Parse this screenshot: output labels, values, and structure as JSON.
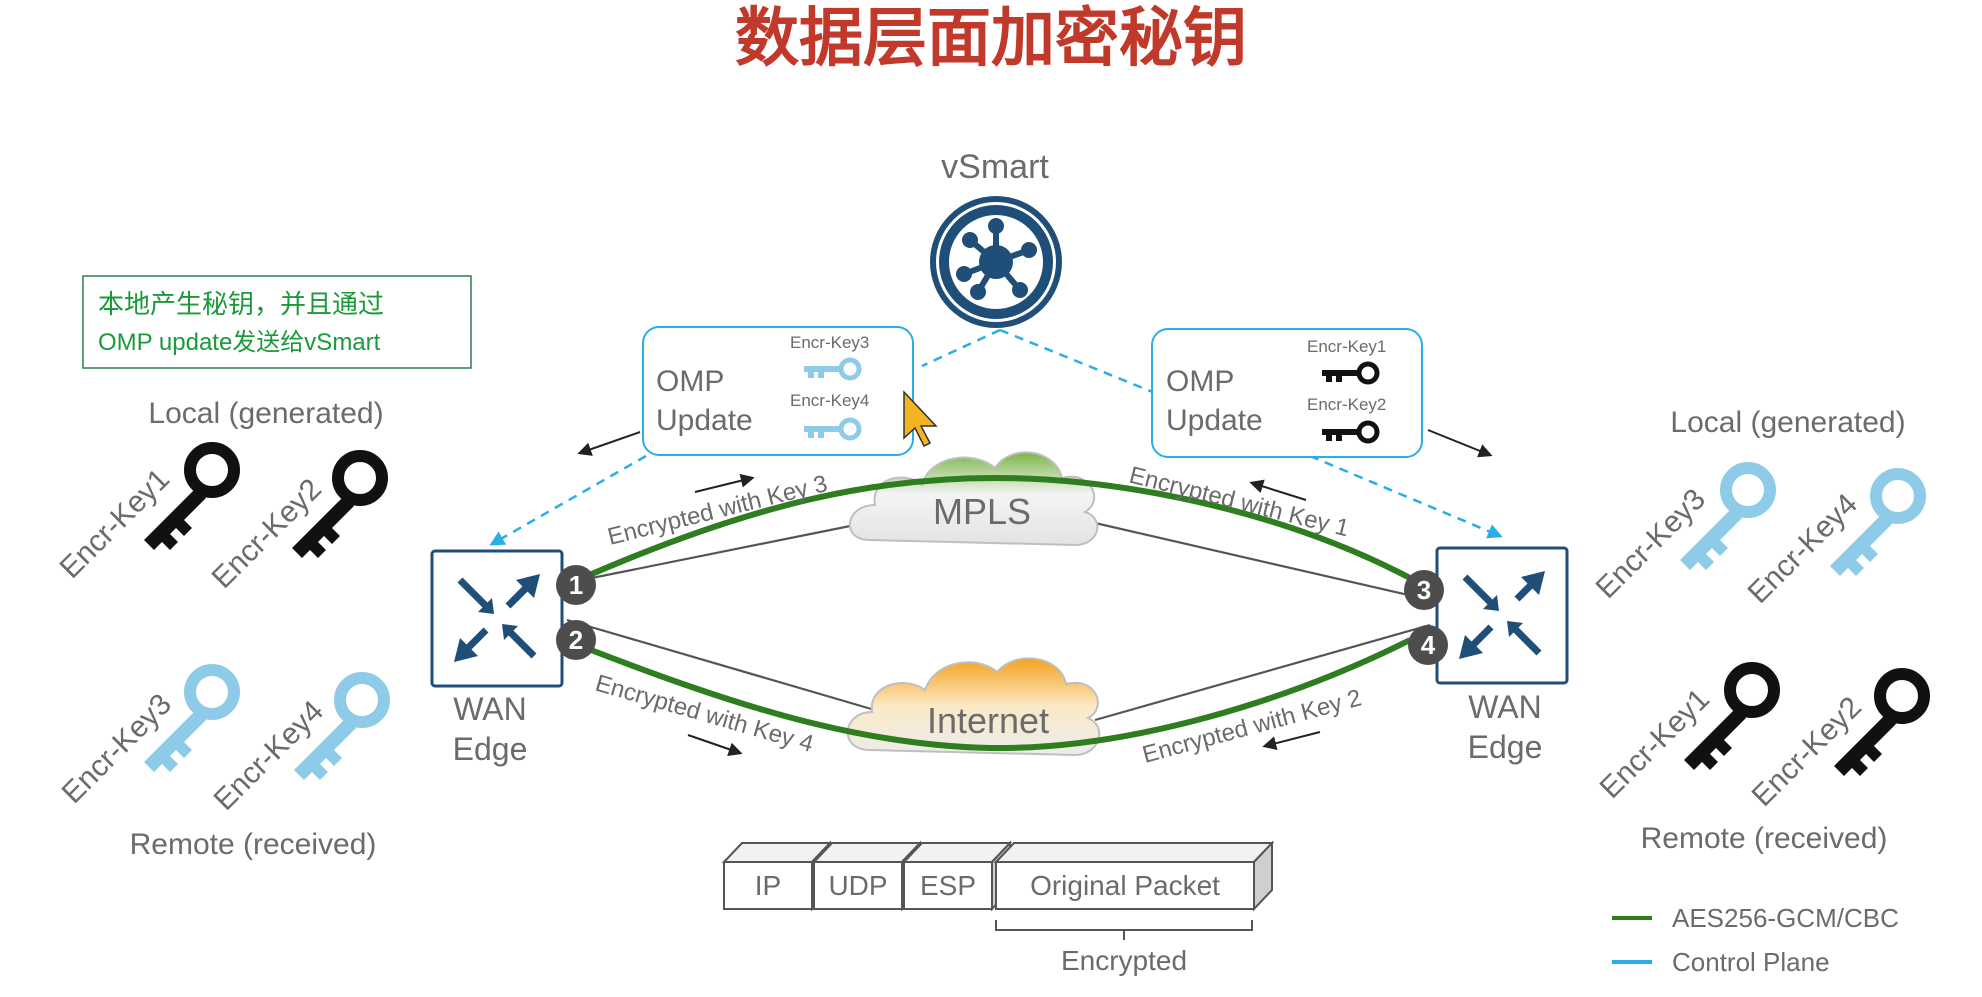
{
  "title": "数据层面加密秘钥",
  "colors": {
    "title": "#c0392b",
    "accent_green": "#2e7d1f",
    "control_blue": "#29aee6",
    "device_blue": "#1f4e79",
    "light_key": "#8ecbe8",
    "dark_key": "#111111",
    "note_green": "#1a9a3a"
  },
  "vsmart": {
    "label": "vSmart",
    "icon": "hub-icon"
  },
  "note": {
    "line1": "本地产生秘钥，并且通过",
    "line2": "OMP update发送给vSmart"
  },
  "left_panel": {
    "local_label": "Local (generated)",
    "remote_label": "Remote (received)",
    "local_keys": [
      "Encr-Key1",
      "Encr-Key2"
    ],
    "remote_keys": [
      "Encr-Key3",
      "Encr-Key4"
    ]
  },
  "right_panel": {
    "local_label": "Local (generated)",
    "remote_label": "Remote (received)",
    "local_keys": [
      "Encr-Key3",
      "Encr-Key4"
    ],
    "remote_keys": [
      "Encr-Key1",
      "Encr-Key2"
    ]
  },
  "omp_left": {
    "line1": "OMP",
    "line2": "Update",
    "key_a": "Encr-Key3",
    "key_b": "Encr-Key4"
  },
  "omp_right": {
    "line1": "OMP",
    "line2": "Update",
    "key_a": "Encr-Key1",
    "key_b": "Encr-Key2"
  },
  "edge_left": {
    "line1": "WAN",
    "line2": "Edge",
    "icon": "router-arrows-icon"
  },
  "edge_right": {
    "line1": "WAN",
    "line2": "Edge",
    "icon": "router-arrows-icon"
  },
  "ports": [
    "1",
    "2",
    "3",
    "4"
  ],
  "clouds": {
    "mpls": "MPLS",
    "internet": "Internet"
  },
  "tunnels": {
    "t1": "Encrypted with Key 3",
    "t2": "Encrypted with Key 1",
    "t3": "Encrypted with Key 4",
    "t4": "Encrypted with Key 2"
  },
  "packet": {
    "ip": "IP",
    "udp": "UDP",
    "esp": "ESP",
    "original": "Original Packet",
    "encrypted": "Encrypted"
  },
  "legend": {
    "data": "AES256-GCM/CBC",
    "control": "Control Plane"
  }
}
